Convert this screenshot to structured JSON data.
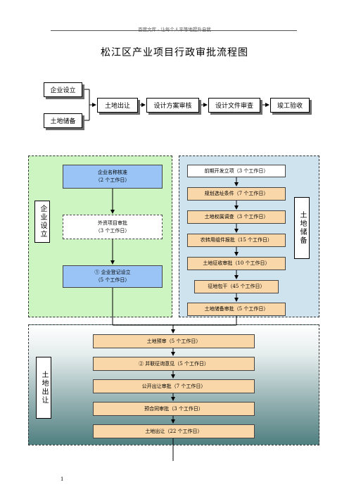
{
  "header": {
    "watermark_text": "百度文库 - 让每个人平等地提升自我",
    "title": "松江区产业项目行政审批流程图"
  },
  "top_flow": {
    "enterprise": "企业设立",
    "land_reserve": "土地储备",
    "land_transfer": "土地出让",
    "design_review": "设计方案审核",
    "design_doc_review": "设计文件审查",
    "completion": "竣工验收"
  },
  "section_enterprise": {
    "label": "企业设立",
    "steps": [
      {
        "name": "企业名称核准",
        "days": "（2 个工作日）"
      },
      {
        "name": "外资项目审批",
        "days": "（3 个工作日）"
      },
      {
        "name": "① 企业登记设立",
        "days": "（5 个工作日）"
      }
    ]
  },
  "section_land_reserve": {
    "label": "土地储备",
    "steps": [
      "前期开发立项（3 个工作日）",
      "规划选址条件（7 个工作日）",
      "土地权属调查（3 个工作日）",
      "农转用组件报批（15 个工作日）",
      "土地征收审批（10 个工作日）",
      "征地包干（45 个工作日）",
      "土地储备审批（5 个工作日）"
    ]
  },
  "section_land_transfer": {
    "label": "土地出让",
    "steps": [
      "土地预审（5 个工作日）",
      "② 并联征询意见（5 个工作日）",
      "公开出让审批（7 个工作日）",
      "预合同审批（3 个工作日）",
      "土地出让（22 个工作日）"
    ]
  },
  "footer": {
    "page_number": "1"
  },
  "colors": {
    "enterprise_bg": "#ccf5c2",
    "enterprise_box": "#99c4f5",
    "land_reserve_bg": "#cfe3ef",
    "land_transfer_gradient_top": "#ffffff",
    "land_transfer_gradient_bottom": "#4f7f80",
    "step_orange": "#fad7a8"
  }
}
